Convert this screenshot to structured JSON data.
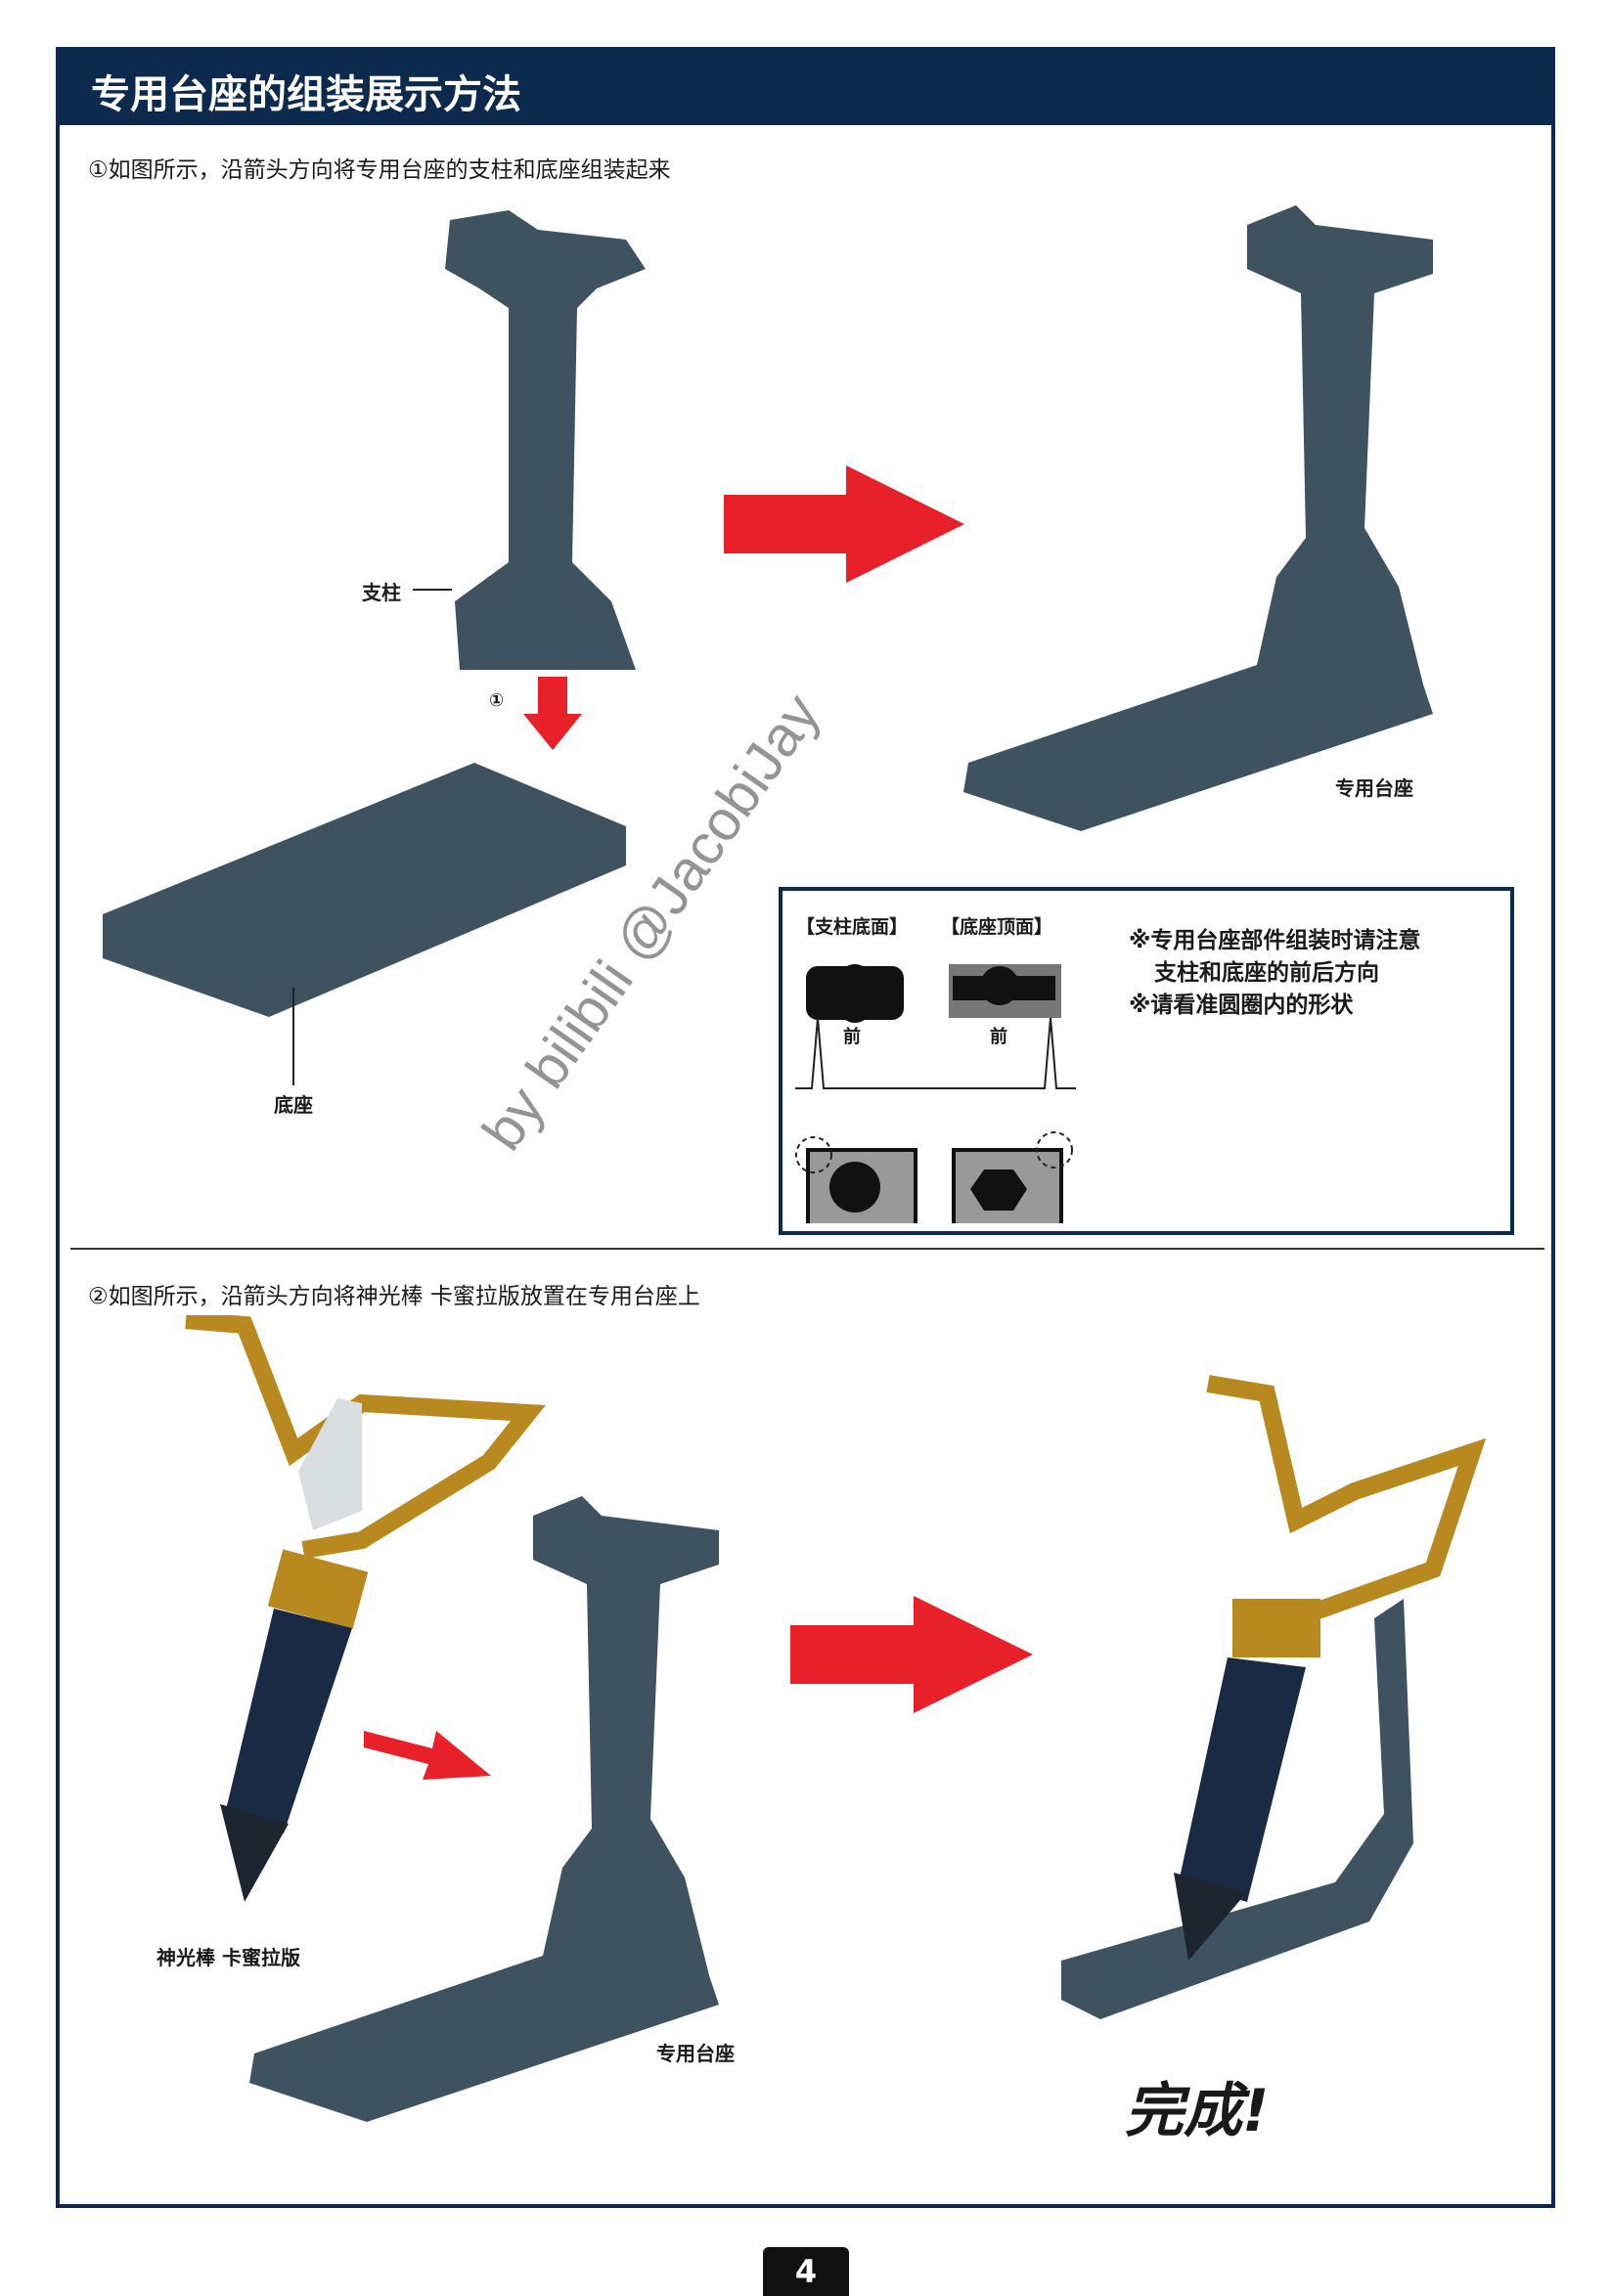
{
  "header": {
    "title": "专用台座的组装展示方法"
  },
  "step1": {
    "text": "①如图所示，沿箭头方向将专用台座的支柱和底座组装起来",
    "label_pillar": "支柱",
    "label_base": "底座",
    "label_stand": "专用台座",
    "marker": "①"
  },
  "inset": {
    "label_pillar_bottom": "【支柱底面】",
    "label_base_top": "【底座顶面】",
    "front_1": "前",
    "front_2": "前",
    "note_line1": "※专用台座部件组装时请注意",
    "note_line2": "支柱和底座的前后方向",
    "note_line3": "※请看准圆圈内的形状"
  },
  "step2": {
    "text": "②如图所示，沿箭头方向将神光棒 卡蜜拉版放置在专用台座上",
    "label_item": "神光棒 卡蜜拉版",
    "label_stand": "专用台座",
    "done": "完成!"
  },
  "page_number": "4",
  "watermark": "by bilibili @JacobiJay",
  "colors": {
    "header": "#0b2a4d",
    "arrow": "#e8202a",
    "stand": "#3e5260",
    "gold": "#b8891e"
  }
}
